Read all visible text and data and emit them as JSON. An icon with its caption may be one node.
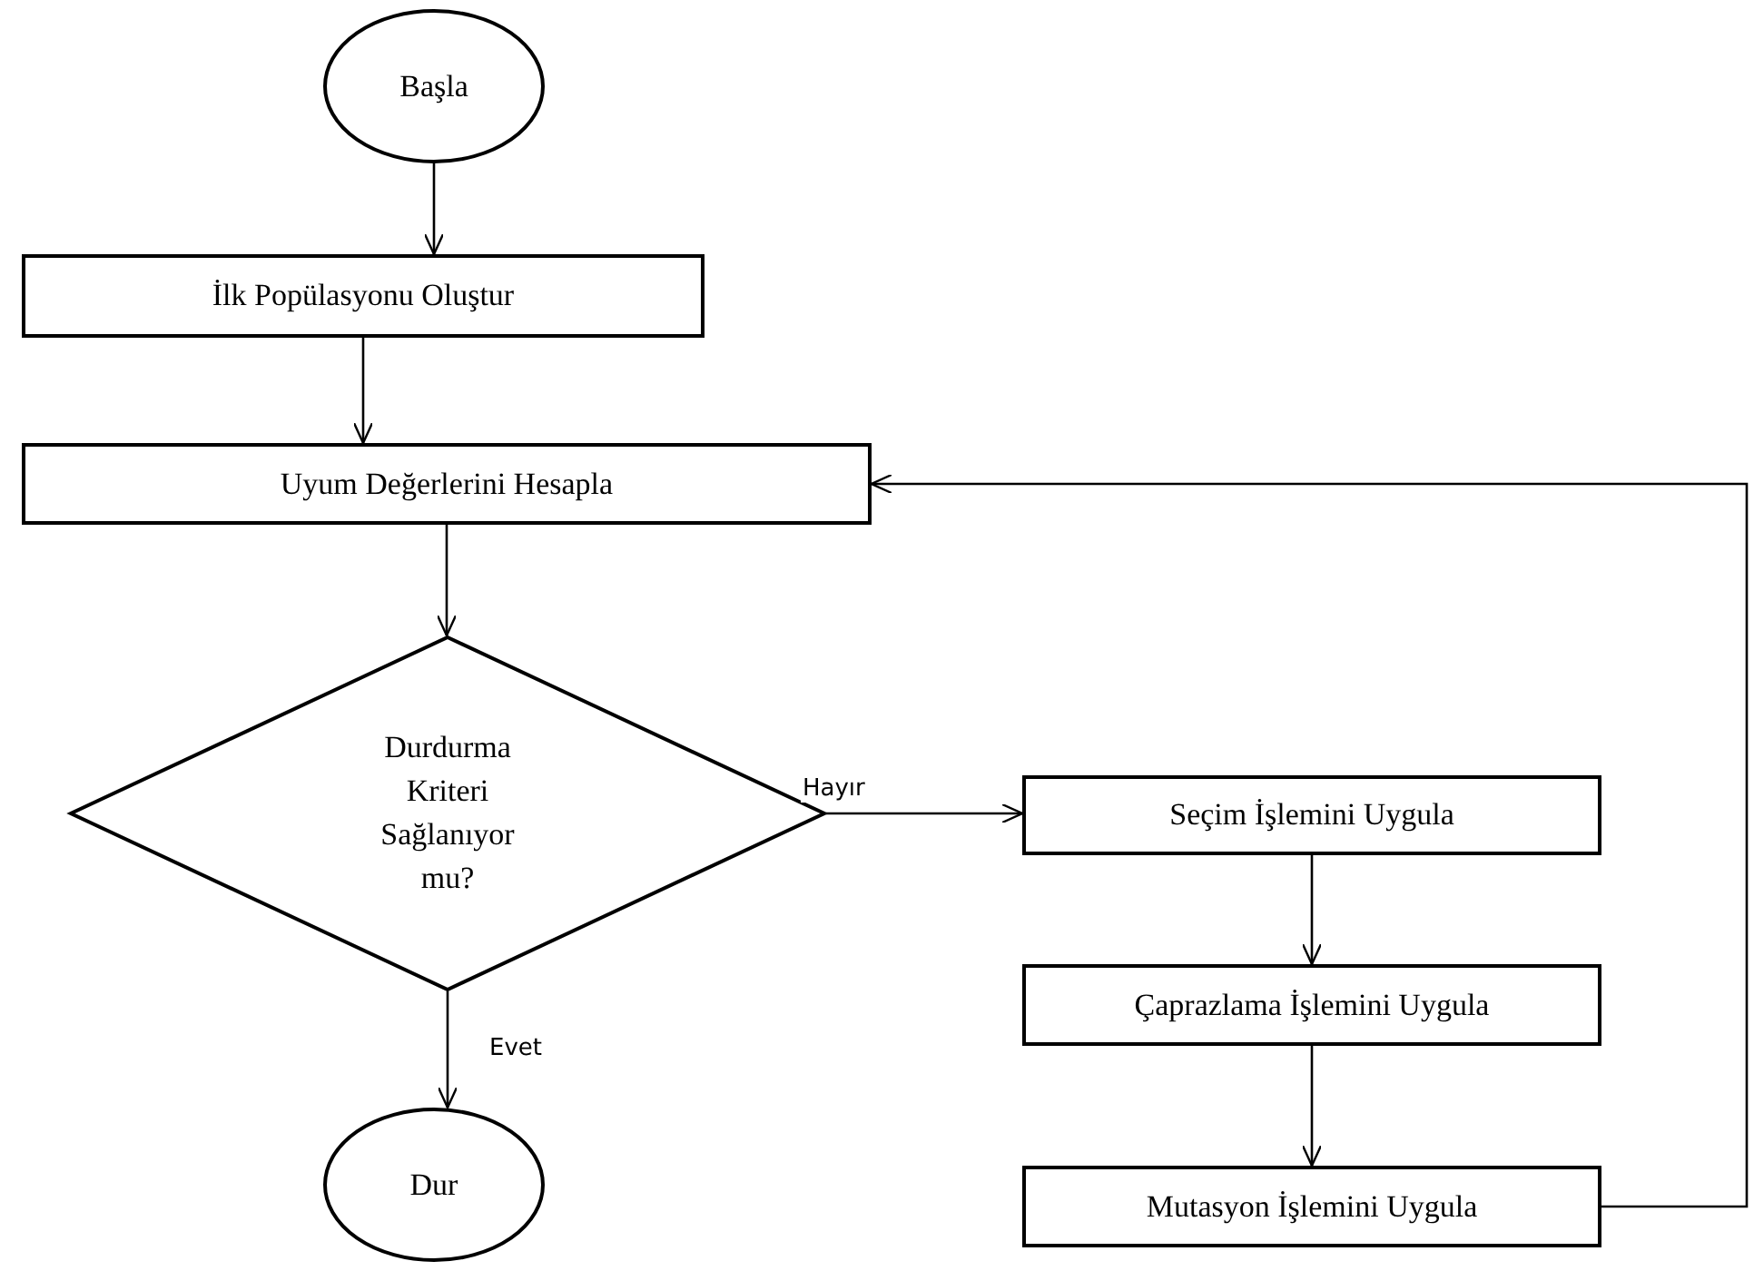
{
  "diagram": {
    "nodes": [
      {
        "text": [
          "Başla"
        ]
      },
      {
        "text": [
          "İlk Popülasyonu Oluştur"
        ]
      },
      {
        "text": [
          "Uyum Değerlerini Hesapla"
        ]
      },
      {
        "text": [
          "Durdurma Kriteri Sağlanıyor mu?"
        ]
      },
      {
        "text": [
          "Dur"
        ]
      },
      {
        "text": [
          "Seçim İşlemini Uygula"
        ]
      },
      {
        "text": [
          "Çaprazlama İşlemini Uygula"
        ]
      },
      {
        "text": [
          "Mutasyon İşlemini Uygula"
        ]
      }
    ],
    "edges": [
      {
        "from": 0,
        "to": 1,
        "arrow": "to"
      },
      {
        "from": 1,
        "to": 2,
        "arrow": "to"
      },
      {
        "from": 2,
        "to": 3,
        "arrow": "to"
      },
      {
        "from": 3,
        "to": 5,
        "arrow": "to",
        "label": "Hayır"
      },
      {
        "from": 3,
        "to": 4,
        "arrow": "to",
        "label": "Evet"
      },
      {
        "from": 5,
        "to": 6,
        "arrow": "to"
      },
      {
        "from": 6,
        "to": 7,
        "arrow": "to"
      },
      {
        "from": 7,
        "to": 2,
        "arrow": "to"
      }
    ]
  }
}
